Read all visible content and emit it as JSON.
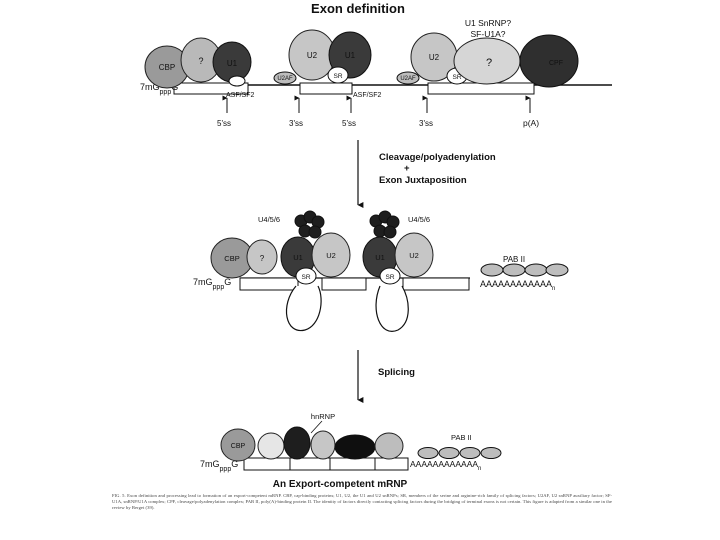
{
  "title": "Exon definition",
  "top_question": [
    "U1 SnRNP?",
    "SF-U1A?"
  ],
  "cap": {
    "base": "7m",
    "sub1": "G",
    "sub2": "ppp",
    "end": "G"
  },
  "factors": {
    "cbp": "CBP",
    "q": "?",
    "u1": "U1",
    "u2": "U2",
    "u2af": "U2AF",
    "sr": "SR",
    "cpf": "CPF",
    "u456": "U4/5/6",
    "pab": "PAB II",
    "hnrnp": "hnRNP"
  },
  "asf_labels": [
    "ASF/SF2",
    "ASF/SF2"
  ],
  "site_labels": [
    "5'ss",
    "3'ss",
    "5'ss",
    "3'ss",
    "p(A)"
  ],
  "step1": [
    "Cleavage/polyadenylation",
    "+",
    "Exon Juxtaposition"
  ],
  "step2": "Splicing",
  "polya_text": "AAAAAAAAAAAA",
  "polya_sub": "n",
  "polya_text_final": "AAAAAAAAAAAA",
  "final_title": "An Export-competent mRNP",
  "caption": "FIG. 5. Exon definition and processing lead to formation of an export-competent mRNP. CBP, cap-binding proteins; U1, U2, the U1 and U2 snRNPs; SR, members of the serine and arginine-rich family of splicing factors; U2AF, U2 snRNP auxiliary factor; SF-U1A, snRNP/U1A complex; CPF, cleavage/polyadenylation complex; PAB II, poly(A)-binding protein II. The identity of factors directly contacting splicing factors during the bridging of terminal exons is not certain. This figure is adapted from a similar one in the review by Berget (39)."
}
